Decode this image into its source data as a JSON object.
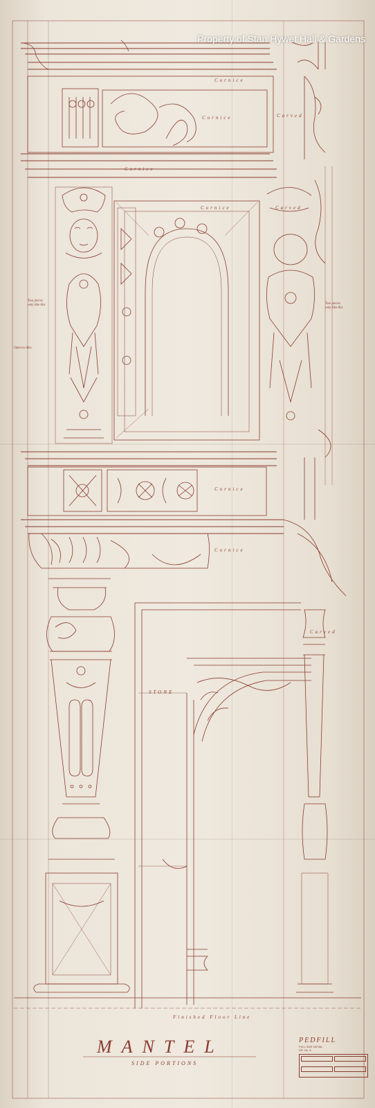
{
  "watermark": "Property of Stan Hywet Hall & Gardens",
  "drawing": {
    "title": "MANTEL",
    "subtitle": "SIDE PORTIONS",
    "labels": {
      "cornice_top": "Cornice",
      "cornice_frieze": "Cornice",
      "carved_upper": "Carved",
      "carved_mid": "Carved",
      "cornice_arch": "Cornice",
      "cornice_mid": "Cornice",
      "cornice_lower": "Cornice",
      "stone": "STONE",
      "carved_lower": "Carved",
      "finished_floor": "Finished Floor Line"
    },
    "notes": {
      "left": "Two pieces\nonly like this",
      "right": "Two pieces\nonly like this",
      "side": "Open to tiles"
    },
    "title_block": {
      "line1": "PEDFILL",
      "line2": "FULL SIZE DETAIL",
      "line3": "DR. No. 5"
    }
  },
  "colors": {
    "paper": "#ece5da",
    "ink": "#8a3b2e"
  }
}
